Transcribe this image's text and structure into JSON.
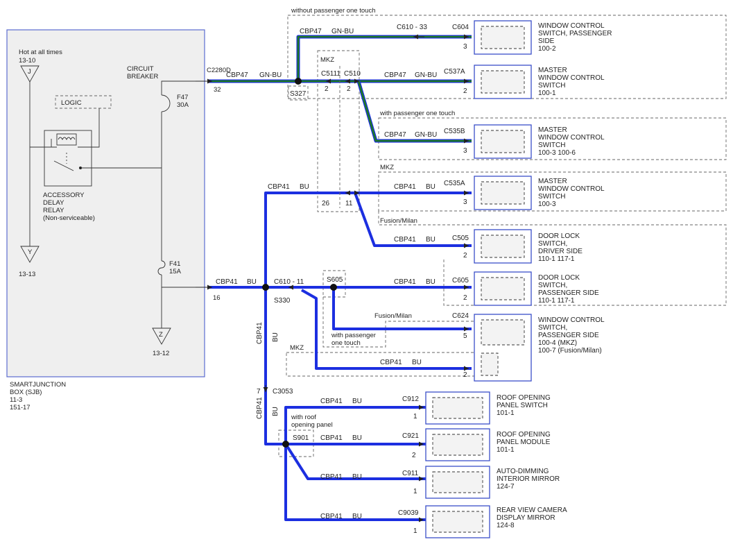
{
  "sjb": {
    "title_1": "SMARTJUNCTION",
    "title_2": "BOX (SJB)",
    "ref_1": "11-3",
    "ref_2": "151-17",
    "hot": "Hot at all times",
    "hot_ref": "13-10",
    "j": "J",
    "y": "Y",
    "y_ref": "13-13",
    "z": "Z",
    "z_ref": "13-12",
    "logic": "LOGIC",
    "relay_1": "ACCESSORY",
    "relay_2": "DELAY",
    "relay_3": "RELAY",
    "relay_4": "(Non-serviceable)",
    "cb_1": "CIRCUIT",
    "cb_2": "BREAKER",
    "f47": "F47",
    "f47_amp": "30A",
    "f41": "F41",
    "f41_amp": "15A",
    "c2280d": "C2280D",
    "pin32": "32",
    "pin16": "16"
  },
  "wires": {
    "cbp47": "CBP47",
    "gnbu": "GN-BU",
    "cbp41": "CBP41",
    "bu": "BU"
  },
  "splices": {
    "s327": "S327",
    "s330": "S330",
    "s605": "S605",
    "s901": "S901",
    "c610_33": "C610 - 33",
    "c610_11": "C610 - 11",
    "c3053": "C3053",
    "c3053_pin": "7"
  },
  "connectors": {
    "mkz": "MKZ",
    "c5111": "C5111",
    "c510": "C510",
    "p2a": "2",
    "p2b": "2",
    "p26": "26",
    "p11": "11"
  },
  "groups": {
    "without_one_touch": "without passenger one touch",
    "with_one_touch": "with passenger one touch",
    "mkz": "MKZ",
    "fusion_milan": "Fusion/Milan",
    "fusion_milan_2": "Fusion/Milan",
    "with_passenger_1": "with passenger",
    "with_passenger_2": "one touch",
    "mkz_2": "MKZ",
    "roof_1": "with roof",
    "roof_2": "opening panel"
  },
  "components": [
    {
      "conn": "C604",
      "pin": "3",
      "l1": "WINDOW CONTROL",
      "l2": "SWITCH, PASSENGER",
      "l3": "SIDE",
      "l4": "100-2"
    },
    {
      "conn": "C537A",
      "pin": "2",
      "l1": "MASTER",
      "l2": "WINDOW CONTROL",
      "l3": "SWITCH",
      "l4": "100-1"
    },
    {
      "conn": "C535B",
      "pin": "3",
      "l1": "MASTER",
      "l2": "WINDOW CONTROL",
      "l3": "SWITCH",
      "l4": "100-3    100-6"
    },
    {
      "conn": "C535A",
      "pin": "3",
      "l1": "MASTER",
      "l2": "WINDOW CONTROL",
      "l3": "SWITCH",
      "l4": "100-3"
    },
    {
      "conn": "C505",
      "pin": "2",
      "l1": "DOOR LOCK",
      "l2": "SWITCH,",
      "l3": "DRIVER SIDE",
      "l4": "110-1    117-1"
    },
    {
      "conn": "C605",
      "pin": "2",
      "l1": "DOOR LOCK",
      "l2": "SWITCH,",
      "l3": "PASSENGER SIDE",
      "l4": "110-1    117-1"
    },
    {
      "conn": "C624",
      "pin": "5",
      "pin2": "2",
      "l1": "WINDOW CONTROL",
      "l2": "SWITCH,",
      "l3": "PASSENGER SIDE",
      "l4": "100-4  (MKZ)",
      "l5": "100-7  (Fusion/Milan)"
    },
    {
      "conn": "C912",
      "pin": "1",
      "l1": "ROOF OPENING",
      "l2": "PANEL SWITCH",
      "l3": "101-1"
    },
    {
      "conn": "C921",
      "pin": "2",
      "l1": "ROOF OPENING",
      "l2": "PANEL MODULE",
      "l3": "101-1"
    },
    {
      "conn": "C911",
      "pin": "1",
      "l1": "AUTO-DIMMING",
      "l2": "INTERIOR MIRROR",
      "l3": "124-7"
    },
    {
      "conn": "C9039",
      "pin": "1",
      "l1": "REAR VIEW CAMERA",
      "l2": "DISPLAY MIRROR",
      "l3": "124-8"
    }
  ],
  "colors": {
    "bu_wire": "#1c2fe0",
    "gn_wire": "#1f7a22",
    "component_border": "#3a4fc8"
  }
}
